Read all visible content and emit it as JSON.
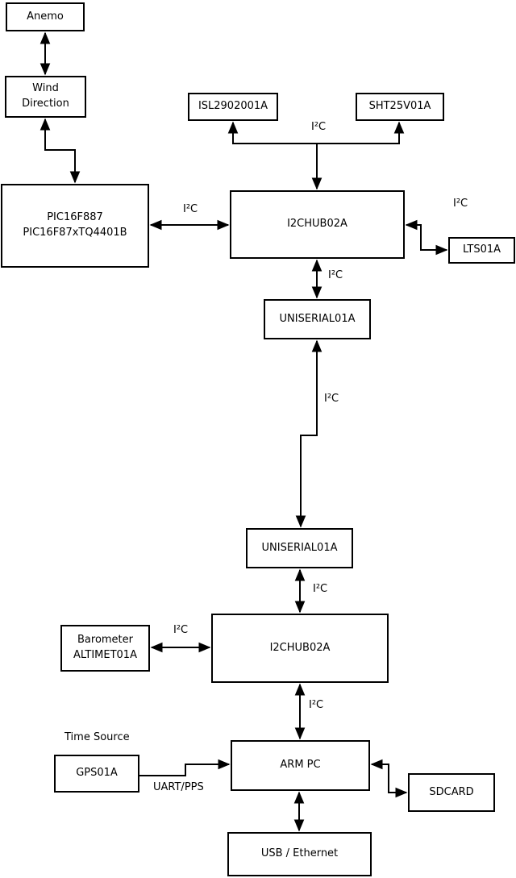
{
  "diagram": {
    "background_color": "#ffffff",
    "stroke_color": "#000000",
    "nodes": {
      "anemo": {
        "label": "Anemo"
      },
      "wind_direction": {
        "label": "Wind\nDirection"
      },
      "pic": {
        "label": "PIC16F887\nPIC16F87xTQ4401B"
      },
      "isl": {
        "label": "ISL2902001A"
      },
      "sht": {
        "label": "SHT25V01A"
      },
      "i2chub_top": {
        "label": "I2CHUB02A"
      },
      "lts": {
        "label": "LTS01A"
      },
      "uniserial_top": {
        "label": "UNISERIAL01A"
      },
      "uniserial_bottom": {
        "label": "UNISERIAL01A"
      },
      "barometer": {
        "label": "Barometer\nALTIMET01A"
      },
      "i2chub_bottom": {
        "label": "I2CHUB02A"
      },
      "gps": {
        "label": "GPS01A"
      },
      "arm_pc": {
        "label": "ARM PC"
      },
      "sdcard": {
        "label": "SDCARD"
      },
      "usb_ethernet": {
        "label": "USB / Ethernet"
      }
    },
    "edge_labels": {
      "i2c_top_branch": "I²C",
      "i2c_pic_hub": "I²C",
      "i2c_hub_lts": "I²C",
      "i2c_hub_uniserial": "I²C",
      "i2c_long_link": "I²C",
      "i2c_uniserial_hub2": "I²C",
      "i2c_barometer": "I²C",
      "i2c_hub2_arm": "I²C",
      "time_source": "Time Source",
      "uart_pps": "UART/PPS"
    }
  }
}
